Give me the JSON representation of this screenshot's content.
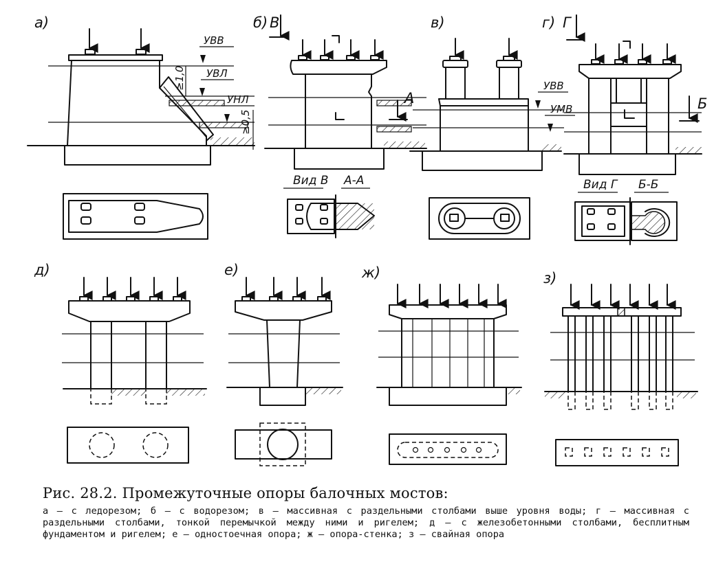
{
  "figure": {
    "caption_title": "Рис. 28.2. Промежуточные опоры балочных мостов:",
    "caption_legend": "а — с ледорезом; б — с водорезом; в — массивная с раздельными столбами выше уровня воды; г — массивная с раздельными столбами, тонкой перемычкой между ними и ригелем; д — с железобетонными столбами, бесплитным фундаментом и ригелем; е — одностоечная опора; ж — опора-стенка; з — свайная опора"
  },
  "panels": {
    "a": "а)",
    "b": "б)",
    "v": "в)",
    "g": "г)",
    "d": "д)",
    "e": "е)",
    "zh": "ж)",
    "z": "з)"
  },
  "levels": {
    "uvv": "УВВ",
    "uvl": "УВЛ",
    "unl": "УНЛ",
    "umv": "УМВ"
  },
  "dimensions": {
    "ice_height": "≥1,0",
    "ice_low": "≥0,5"
  },
  "markers": {
    "v_letter": "В",
    "g_letter": "Г",
    "a_letter": "А",
    "b_letter": "Б"
  },
  "section_labels": {
    "view_v": "Вид В",
    "section_aa": "А-А",
    "view_g": "Вид Г",
    "section_bb": "Б-Б"
  }
}
